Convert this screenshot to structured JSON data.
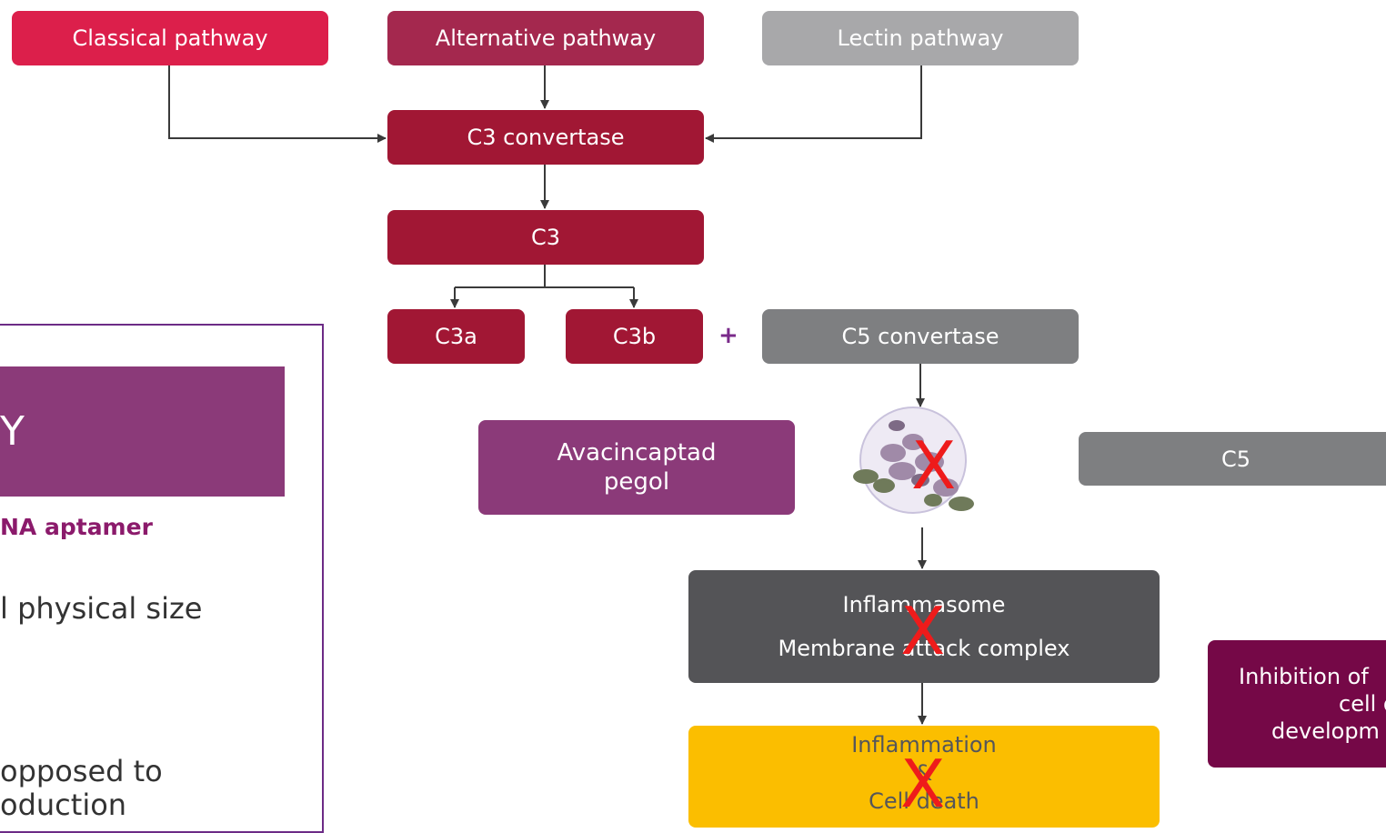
{
  "pathways": {
    "classical": "Classical pathway",
    "alternative": "Alternative pathway",
    "lectin": "Lectin pathway"
  },
  "cascade": {
    "c3_convertase": "C3 convertase",
    "c3": "C3",
    "c3a": "C3a",
    "c3b": "C3b",
    "plus": "+",
    "c5_convertase": "C5 convertase",
    "c5": "C5"
  },
  "drug": {
    "line1": "Avacincaptad",
    "line2": "pegol"
  },
  "outcomes": {
    "inflammasome": "Inflammasome",
    "mac": "Membrane attack complex",
    "inflammation": "Inflammation",
    "and": "&",
    "cell_death": "Cell death",
    "inhibition_line1": "Inhibition of",
    "inhibition_line2": "cell d",
    "inhibition_line3": "developm"
  },
  "block_mark": "X",
  "panel": {
    "heading": "Y",
    "subheading": "NA aptamer",
    "line1": "l physical size",
    "line2": "opposed to",
    "line3": "oduction"
  },
  "colors": {
    "classical": "#dc1f4b",
    "alternative": "#a4284e",
    "lectin": "#a8a8aa",
    "c3": "#a11734",
    "convertase_grey": "#7e7f81",
    "dark_grey": "#545457",
    "gold": "#fbbe00",
    "purple": "#8b3a79",
    "plum": "#750847",
    "block": "#ee1b1b"
  }
}
